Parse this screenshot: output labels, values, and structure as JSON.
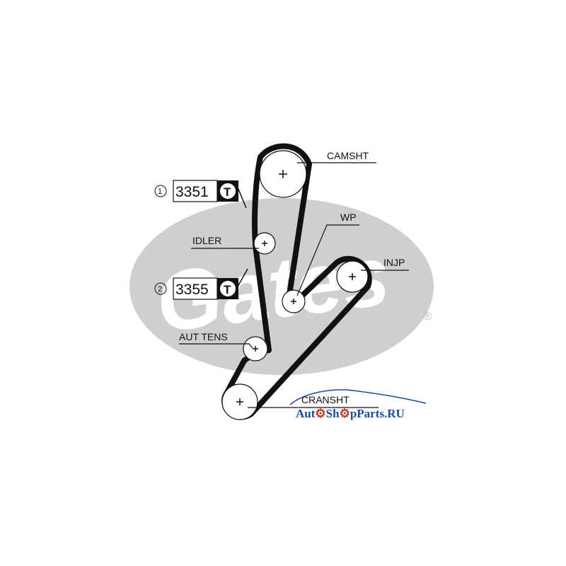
{
  "brand": {
    "logo_text": "Gates",
    "registered_mark": "®"
  },
  "labels": {
    "camshaft": "CAMSHT",
    "water_pump": "WP",
    "idler": "IDLER",
    "injection_pump": "INJP",
    "auto_tensioner": "AUT TENS",
    "crankshaft": "CRANSHT"
  },
  "parts": [
    {
      "index": "1",
      "code": "3351",
      "icon_letter": "T"
    },
    {
      "index": "2",
      "code": "3355",
      "icon_letter": "T"
    }
  ],
  "watermark": {
    "text_before": "Aut",
    "text_middle": "Sh",
    "text_after": "pParts.RU",
    "color": "#1b4a9e"
  },
  "colors": {
    "belt": "#111111",
    "logo_fill": "#cfcfcf",
    "watermark_accent": "#c0392b"
  }
}
